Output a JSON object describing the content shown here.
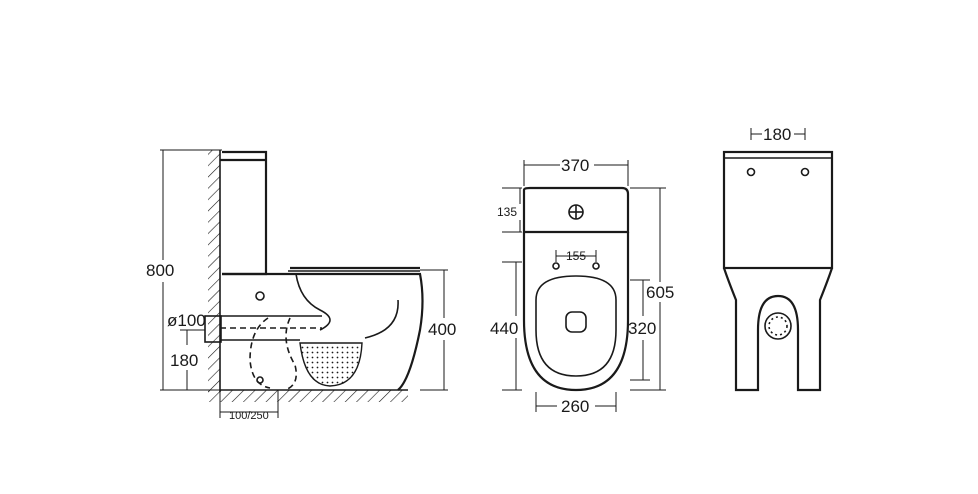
{
  "views": {
    "side": {
      "dims": {
        "height_total": "800",
        "pipe_diameter": "ø100",
        "outlet_height": "180",
        "bowl_height": "400",
        "rough_in": "100/250"
      }
    },
    "top": {
      "dims": {
        "width": "370",
        "tank_depth": "135",
        "hole_spacing": "155",
        "depth_total": "605",
        "bowl_length": "440",
        "seat_length": "320",
        "seat_width": "260"
      }
    },
    "back": {
      "dims": {
        "hole_spacing": "180"
      }
    }
  },
  "colors": {
    "line": "#1a1a1a",
    "background": "#ffffff"
  }
}
